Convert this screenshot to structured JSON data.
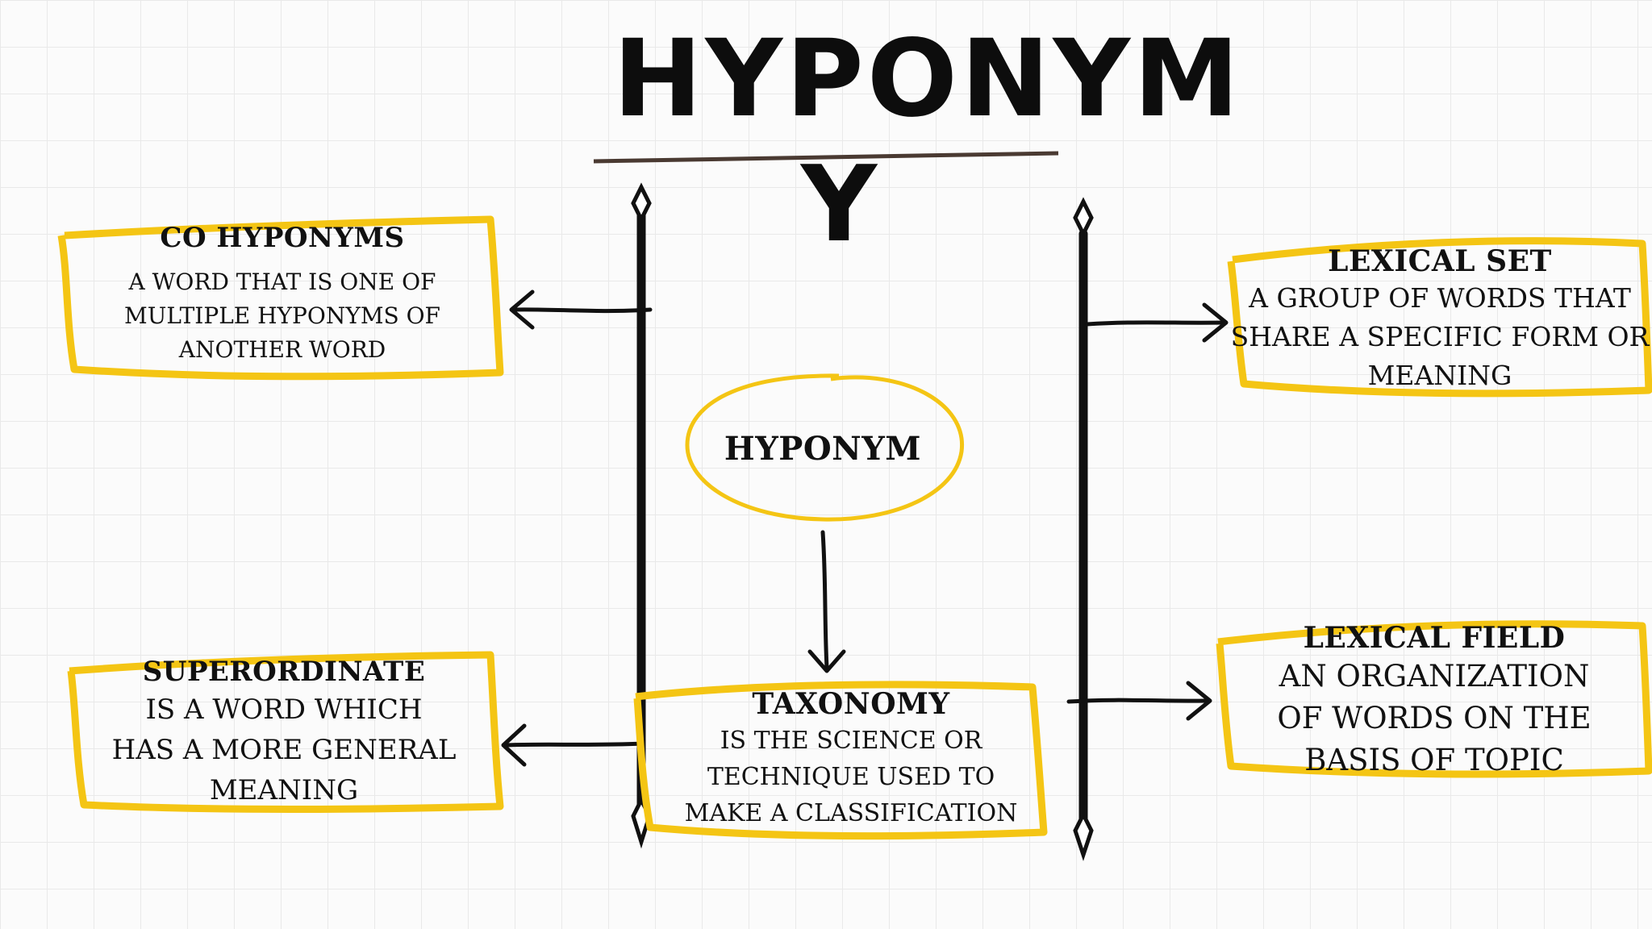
{
  "title": {
    "line1": "HYPONYM",
    "line2": "Y"
  },
  "center": {
    "label": "HYPONYM"
  },
  "nodes": {
    "co_hyponyms": {
      "title": "CO HYPONYMS",
      "lines": [
        "A WORD THAT IS ONE OF",
        "MULTIPLE HYPONYMS OF",
        "ANOTHER WORD"
      ]
    },
    "superordinate": {
      "title": "SUPERORDINATE",
      "lines": [
        "IS A WORD WHICH",
        "HAS A MORE GENERAL",
        "MEANING"
      ]
    },
    "taxonomy": {
      "title": "TAXONOMY",
      "lines": [
        "IS THE SCIENCE OR",
        "TECHNIQUE USED TO",
        "MAKE A CLASSIFICATION"
      ]
    },
    "lexical_set": {
      "title": "LEXICAL SET",
      "lines": [
        "A GROUP OF WORDS THAT",
        "SHARE A SPECIFIC FORM OR",
        "MEANING"
      ]
    },
    "lexical_field": {
      "title": "LEXICAL FIELD",
      "lines": [
        "AN ORGANIZATION",
        "OF WORDS ON THE",
        "BASIS OF TOPIC"
      ]
    }
  },
  "colors": {
    "accent": "#f4c514",
    "ink": "#111111",
    "grid": "#e9e9e9"
  }
}
